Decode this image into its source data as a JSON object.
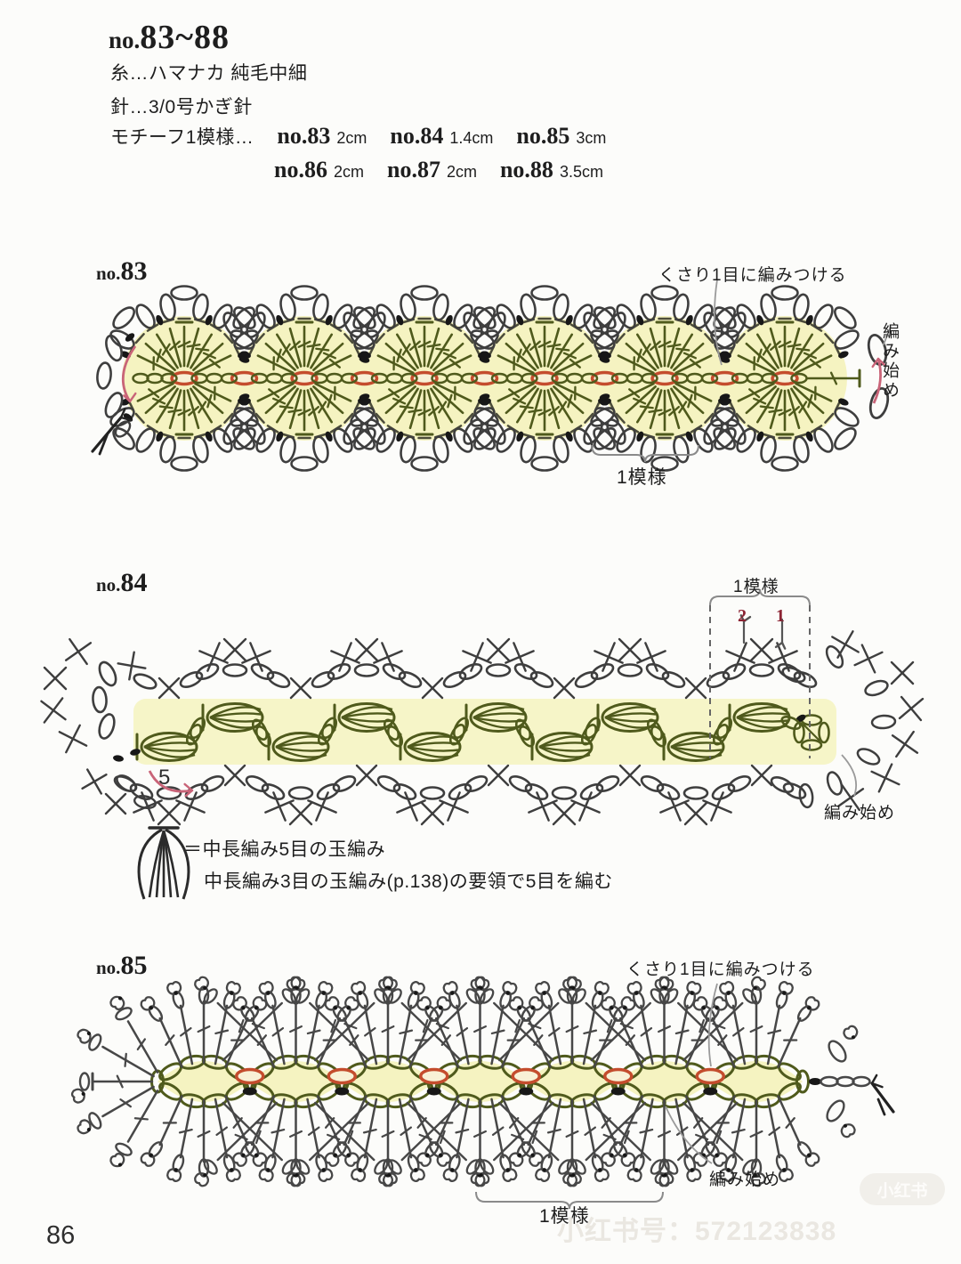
{
  "header": {
    "title_prefix": "no.",
    "title_range": "83~88",
    "yarn": "糸…ハマナカ 純毛中細",
    "hook": "針…3/0号かぎ針",
    "motif_label": "モチーフ1模様…",
    "sizes_row1": [
      {
        "no": "no.83",
        "size": "2cm"
      },
      {
        "no": "no.84",
        "size": "1.4cm"
      },
      {
        "no": "no.85",
        "size": "3cm"
      }
    ],
    "sizes_row2": [
      {
        "no": "no.86",
        "size": "2cm"
      },
      {
        "no": "no.87",
        "size": "2cm"
      },
      {
        "no": "no.88",
        "size": "3.5cm"
      }
    ]
  },
  "diagram83": {
    "label_prefix": "no.",
    "label_num": "83",
    "annotation": "くさり1目に編みつける",
    "start_label": "編み始め",
    "pattern_label": "1模様",
    "motif_count": 6
  },
  "diagram84": {
    "label_prefix": "no.",
    "label_num": "84",
    "pattern_label": "1模様",
    "num_row2": "2",
    "num_row1": "1",
    "start_chain_count": "5",
    "start_label": "編み始め",
    "puff_count": 10
  },
  "legend": {
    "line1": "＝中長編み5目の玉編み",
    "line2": "中長編み3目の玉編み(p.138)の要領で5目を編む"
  },
  "diagram85": {
    "label_prefix": "no.",
    "label_num": "85",
    "annotation": "くさり1目に編みつける",
    "start_label": "編み始め",
    "pattern_label": "1模様",
    "motif_count": 7
  },
  "footer": {
    "page_number": "86"
  },
  "watermark": {
    "badge": "小红书",
    "id_text": "小红书号：572123838"
  },
  "colors": {
    "olive": "#4f5a1c",
    "chain": "#3e3e3e",
    "dark": "#474747",
    "red": "#c44c2d",
    "red_fill": "#f8f1d6",
    "yellow": "#f5f3c1",
    "yellow_band": "#f6f5c8",
    "black": "#171717",
    "pink": "#c96478",
    "maroon": "#8c2433",
    "grey": "#9a9a9a",
    "watermark": "#eae7e1"
  }
}
